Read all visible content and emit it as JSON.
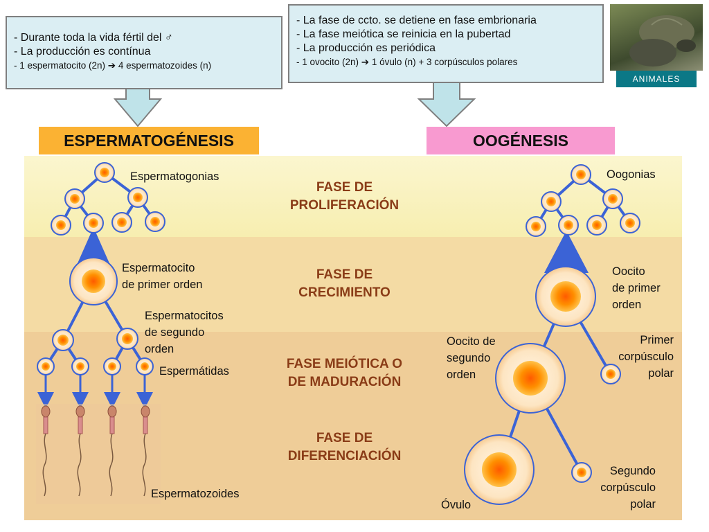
{
  "notes": {
    "male": {
      "line1": "- Durante toda la vida fértil del ♂",
      "line2": "- La producción es contínua",
      "line3": "- 1 espermatocito (2n) ➔ 4 espermatozoides (n)"
    },
    "female": {
      "line1": "- La fase de ccto. se detiene en fase embrionaria",
      "line2": "- La fase meiótica se reinicia en la pubertad",
      "line3": "- La producción es periódica",
      "line4": "- 1 ovocito (2n) ➔ 1 óvulo (n) +  3 corpúsculos polares"
    }
  },
  "photo": {
    "caption": "ANIMALES"
  },
  "titles": {
    "espermatogenesis": "ESPERMATOGÉNESIS",
    "oogenesis": "OOGÉNESIS"
  },
  "phases": {
    "proliferacion": [
      "FASE DE",
      "PROLIFERACIÓN"
    ],
    "crecimiento": [
      "FASE DE",
      "CRECIMIENTO"
    ],
    "meiotica": [
      "FASE MEIÓTICA O",
      "DE MADURACIÓN"
    ],
    "diferenciacion": [
      "FASE DE",
      "DIFERENCIACIÓN"
    ]
  },
  "labels": {
    "espermatogonias": "Espermatogonias",
    "espermatocito_primero": [
      "Espermatocito",
      "de primer orden"
    ],
    "espermatocitos_segundo": [
      "Espermatocitos",
      "de segundo",
      "orden"
    ],
    "espermatidas": "Espermátidas",
    "espermatozoides": "Espermatozoides",
    "oogonias": "Oogonias",
    "oocito_primero": [
      "Oocito",
      "de primer",
      "orden"
    ],
    "oocito_segundo": [
      "Oocito de",
      "segundo",
      "orden"
    ],
    "primer_corpusculo": [
      "Primer",
      "corpúsculo",
      "polar"
    ],
    "segundo_corpusculo": [
      "Segundo",
      "corpúsculo",
      "polar"
    ],
    "ovulo": "Óvulo"
  },
  "colors": {
    "note_bg": "#dbeef3",
    "esp_title": "#fbb233",
    "oog_title": "#f89ad0",
    "phase_text": "#8a3c17",
    "line_blue": "#3b63d6",
    "cell_outer": "#fde9cc",
    "cell_core": "#ff8a00"
  }
}
